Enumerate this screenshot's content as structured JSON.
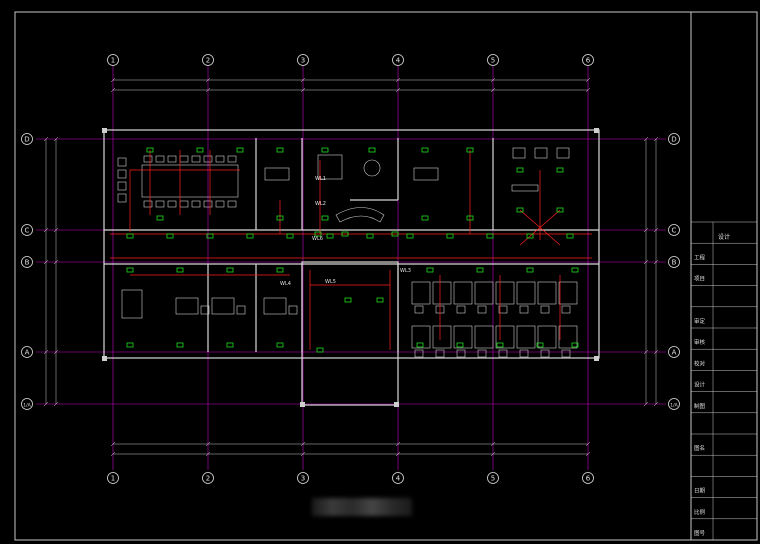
{
  "colors": {
    "background": "#000000",
    "frame": "#c8c8c8",
    "gridline": "#c800c8",
    "wall": "#d8d8d8",
    "wiring": "#ff2020",
    "fixture": "#20e020",
    "dimension": "#c8c8c8",
    "bubble": "#e0e0e0"
  },
  "grid": {
    "columns": [
      "1",
      "2",
      "3",
      "4",
      "5",
      "6"
    ],
    "rows": [
      "D",
      "C",
      "B",
      "A",
      "1/A"
    ]
  },
  "rooms": {
    "panel_labels": [
      "WL1",
      "WL2",
      "WL3",
      "WL4",
      "WL5",
      "WL6"
    ]
  },
  "titleblock": {
    "logo_text": "设计",
    "rows": [
      "工程",
      "项目",
      "",
      "审定",
      "审核",
      "校对",
      "设计",
      "制图",
      "",
      "图名",
      "",
      "日期",
      "比例",
      "图号"
    ]
  },
  "blurred_caption": ""
}
